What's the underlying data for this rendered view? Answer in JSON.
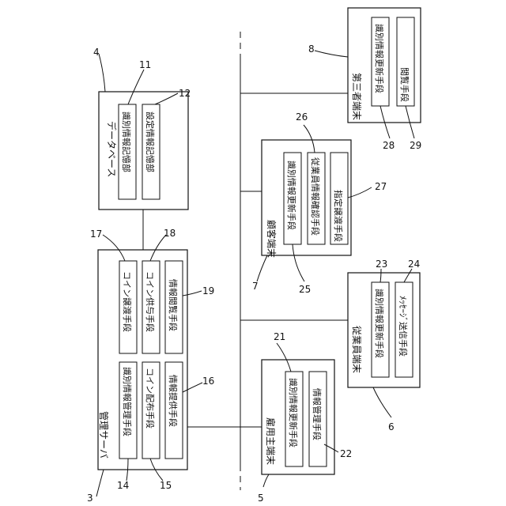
{
  "nodes": {
    "database": {
      "ref": "4",
      "title": "データベース",
      "units": [
        {
          "ref": "11",
          "label": "識別情報記憶部"
        },
        {
          "ref": "12",
          "label": "設定情報記憶部"
        }
      ]
    },
    "management_server": {
      "ref": "3",
      "title": "管理サーバ",
      "units": [
        {
          "ref": "14",
          "label": "識別情報管理手段"
        },
        {
          "ref": "15",
          "label": "コイン配布手段"
        },
        {
          "ref": "16",
          "label": "情報提供手段"
        },
        {
          "ref": "17",
          "label": "コイン譲渡手段"
        },
        {
          "ref": "18",
          "label": "コイン供与手段"
        },
        {
          "ref": "19",
          "label": "情報閲覧手段"
        }
      ]
    },
    "customer_terminal": {
      "ref": "7",
      "title": "顧客端末",
      "units": [
        {
          "ref": "25",
          "label": "識別情報更新手段"
        },
        {
          "ref": "26",
          "label": "従業員情報確認手段"
        },
        {
          "ref": "27",
          "label": "指定譲渡手段"
        }
      ]
    },
    "third_party_terminal": {
      "ref": "8",
      "title": "第三者端末",
      "units": [
        {
          "ref": "28",
          "label": "識別情報更新手段"
        },
        {
          "ref": "29",
          "label": "閲覧手段"
        }
      ]
    },
    "employee_terminal": {
      "ref": "6",
      "title": "従業員端末",
      "units": [
        {
          "ref": "23",
          "label": "識別情報更新手段"
        },
        {
          "ref": "24",
          "label": "ﾒｯｾｰｼﾞ送信手段"
        }
      ]
    },
    "employer_terminal": {
      "ref": "5",
      "title": "雇用主端末",
      "units": [
        {
          "ref": "21",
          "label": "識別情報更新手段"
        },
        {
          "ref": "22",
          "label": "情報管理手段"
        }
      ]
    }
  }
}
